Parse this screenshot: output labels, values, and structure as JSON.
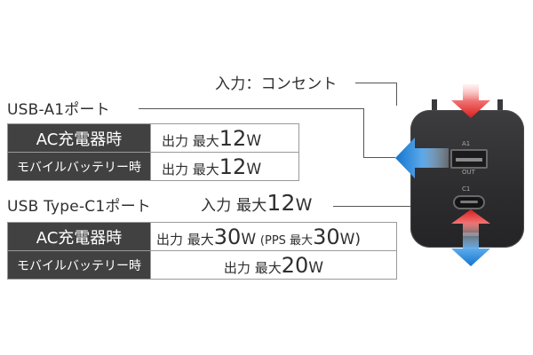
{
  "input_callout": {
    "text": "入力：コンセント"
  },
  "usb_a": {
    "title": "USB-A1ポート",
    "rows": [
      {
        "label": "AC充電器時",
        "prefix": "出力 最大",
        "number": "12",
        "unit": "W"
      },
      {
        "label": "モバイルバッテリー時",
        "prefix": "出力 最大",
        "number": "12",
        "unit": "W"
      }
    ]
  },
  "usb_c": {
    "title": "USB Type-C1ポート",
    "input_prefix": "入力 最大",
    "input_number": "12",
    "input_unit": "W",
    "rows": [
      {
        "label": "AC充電器時",
        "prefix": "出力 最大",
        "number": "30",
        "unit": "W",
        "extra_open": "(PPS 最大",
        "extra_number": "30",
        "extra_close": "W)"
      },
      {
        "label": "モバイルバッテリー時",
        "prefix": "出力 最大",
        "number": "20",
        "unit": "W"
      }
    ]
  },
  "device": {
    "port_a_tag": "A1",
    "port_a_sub": "OUT",
    "port_c_tag": "C1"
  },
  "colors": {
    "label_bg": "#414141",
    "arrow_red": "#e23a3a",
    "arrow_blue": "#1a7fd6",
    "device": "#303032"
  }
}
